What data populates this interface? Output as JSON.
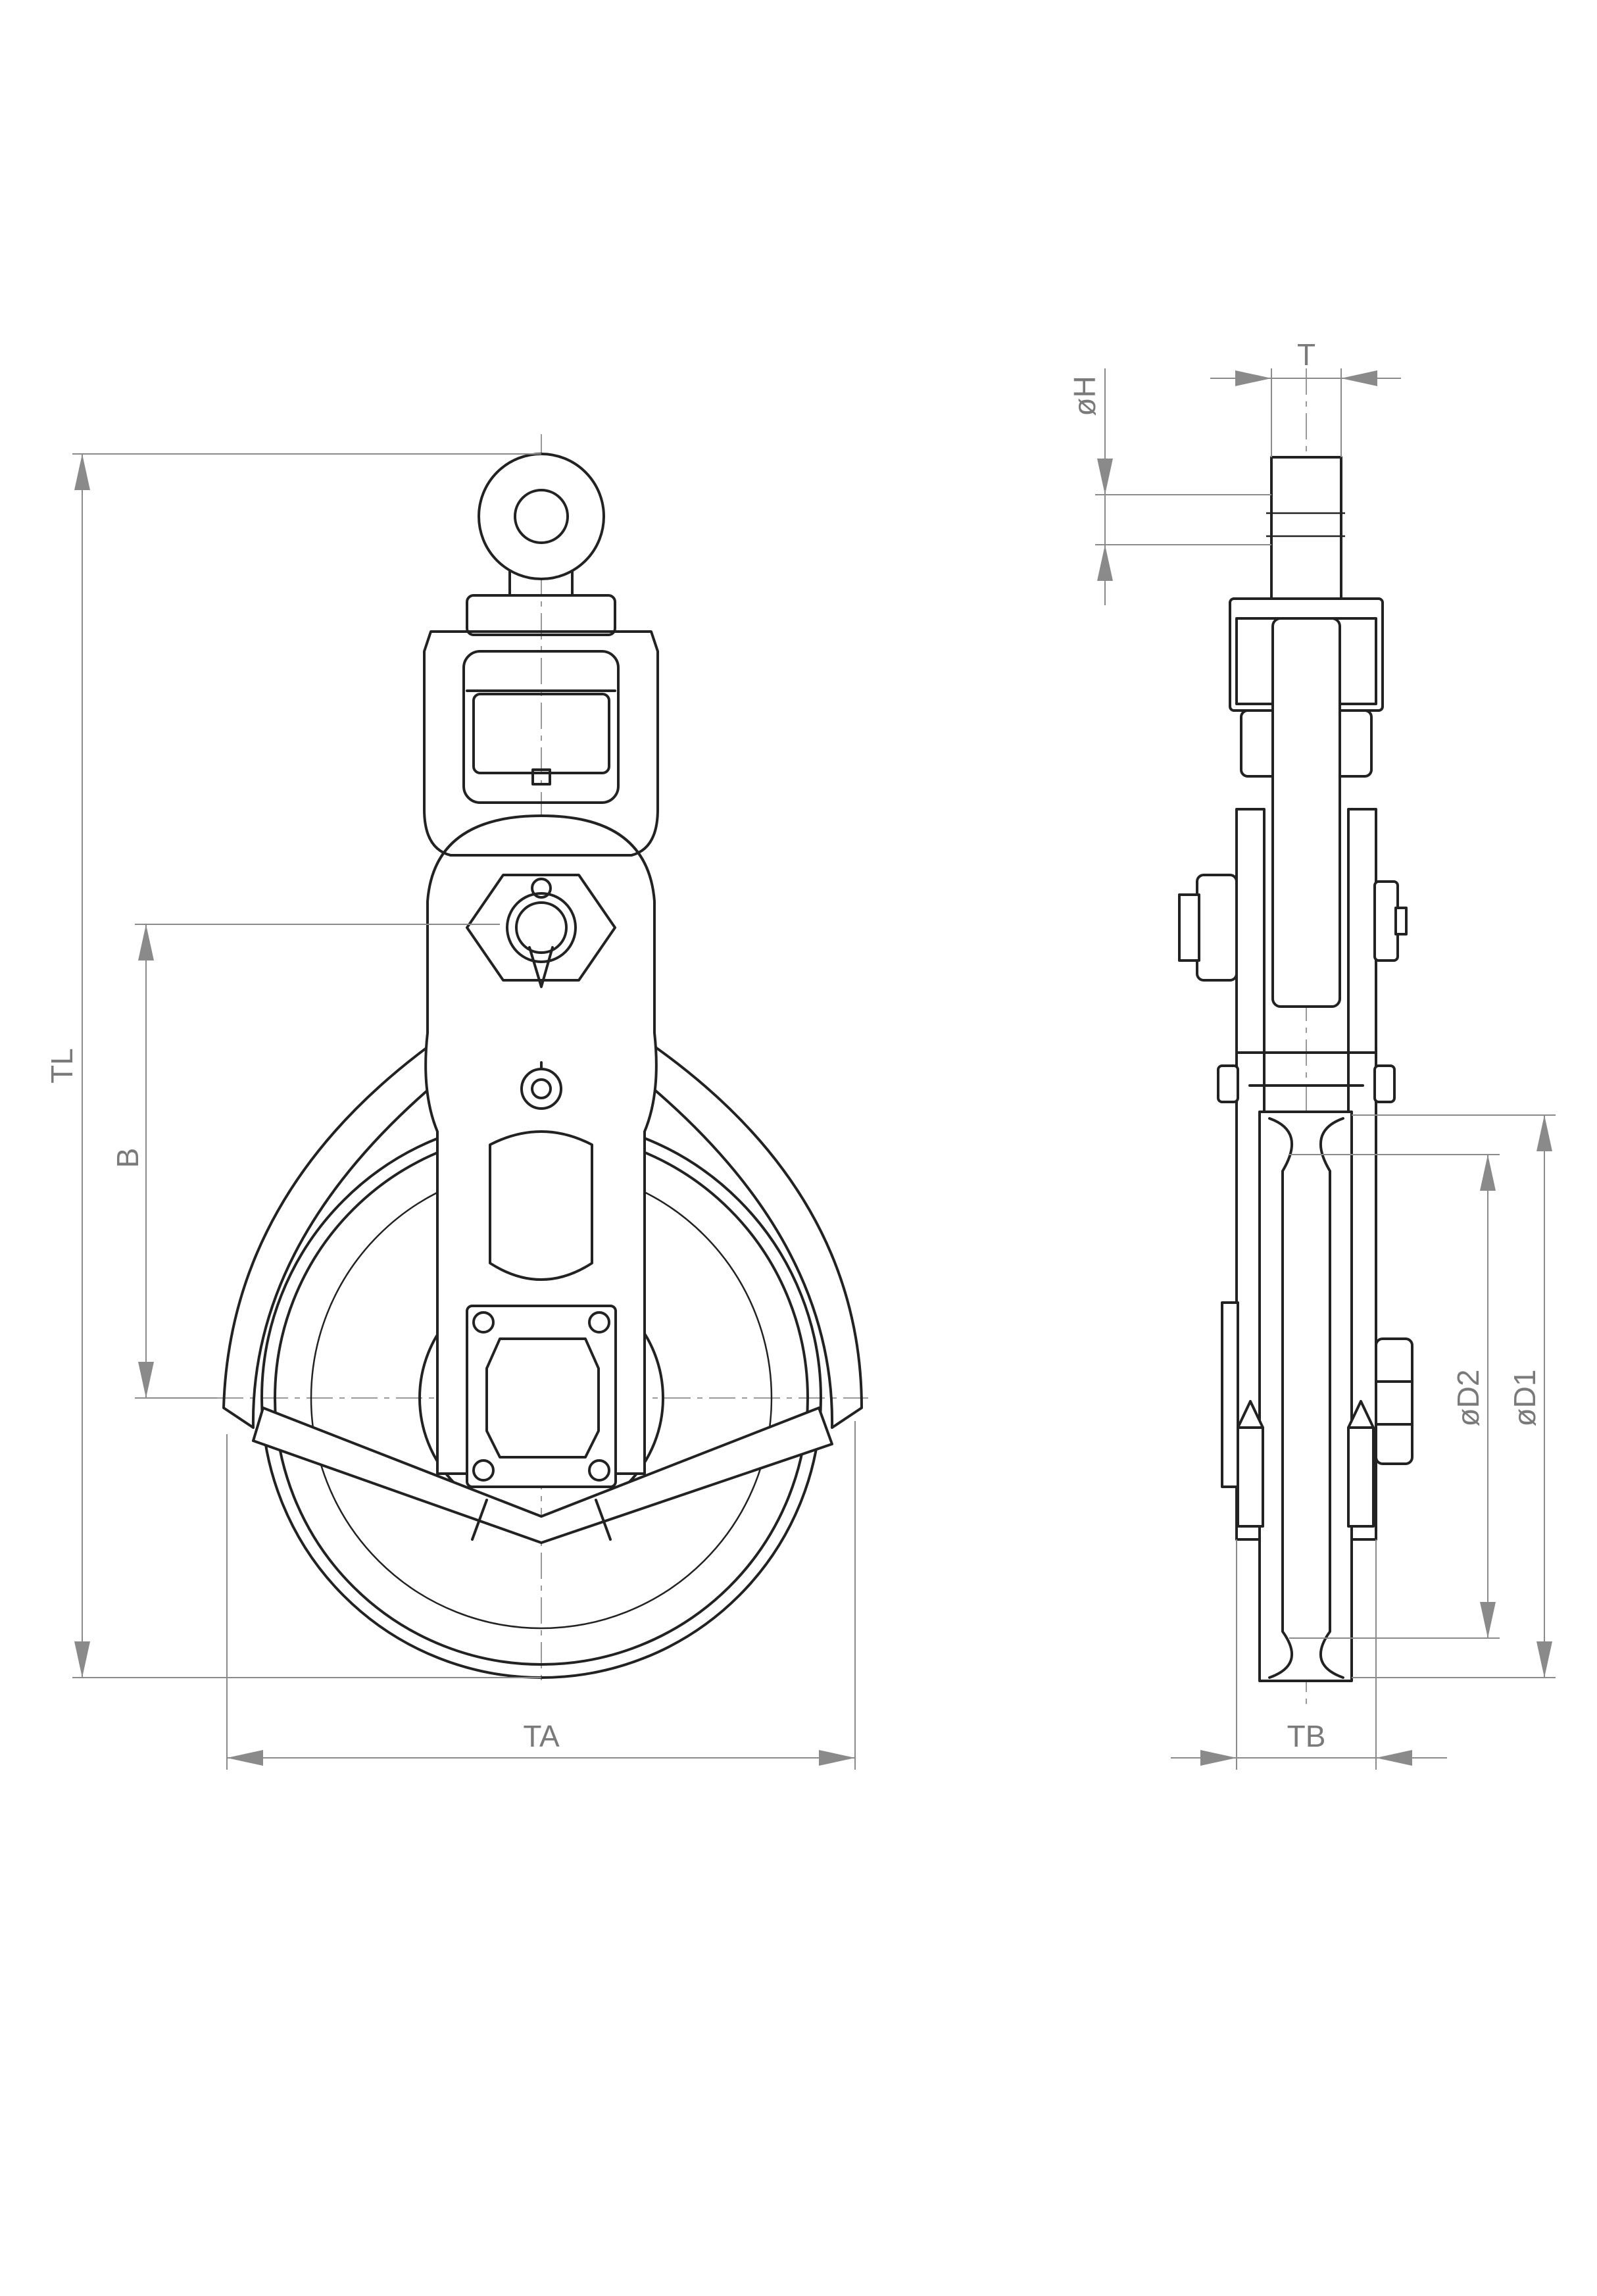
{
  "dimensions": {
    "TL": "TL",
    "B": "B",
    "TA": "TA",
    "H": "øH",
    "T": "T",
    "TB": "TB",
    "D2": "øD2",
    "D1": "øD1"
  }
}
